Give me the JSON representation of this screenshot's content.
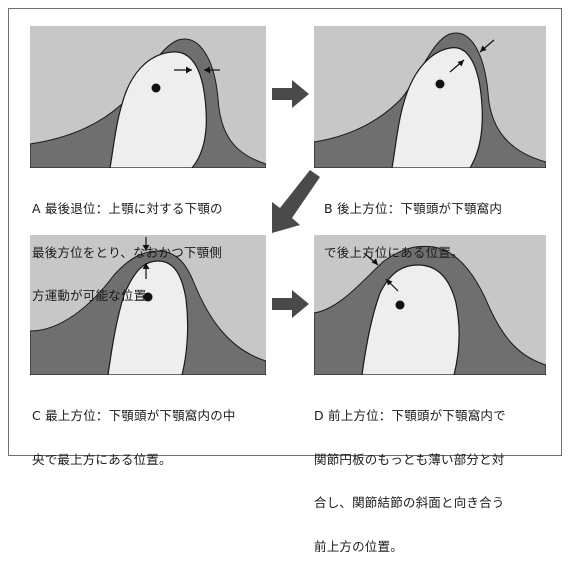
{
  "figure": {
    "panels": [
      {
        "id": "A",
        "caption_lines": [
          "A 最後退位：上顎に対する下顎の",
          "最後方位をとり、なおかつ下顎側",
          "方運動が可能な位置。"
        ]
      },
      {
        "id": "B",
        "caption_lines": [
          "B 後上方位：下顎頭が下顎窩内",
          "で後上方位にある位置。"
        ]
      },
      {
        "id": "C",
        "caption_lines": [
          "C 最上方位：下顎頭が下顎窩内の中",
          "央で最上方にある位置。"
        ]
      },
      {
        "id": "D",
        "caption_lines": [
          "D 前上方位：下顎頭が下顎窩内で",
          "関節円板のもっとも薄い部分と対",
          "合し、関節結節の斜面と向き合う",
          "前上方の位置。"
        ]
      }
    ]
  },
  "colors": {
    "light_bone": "#c7c7c7",
    "disc": "#6f6f6f",
    "condyle": "#eeeeee",
    "outline": "#1a1a1a",
    "flow_arrow": "#4a4a4a",
    "frame_border": "#6f6f6f"
  }
}
